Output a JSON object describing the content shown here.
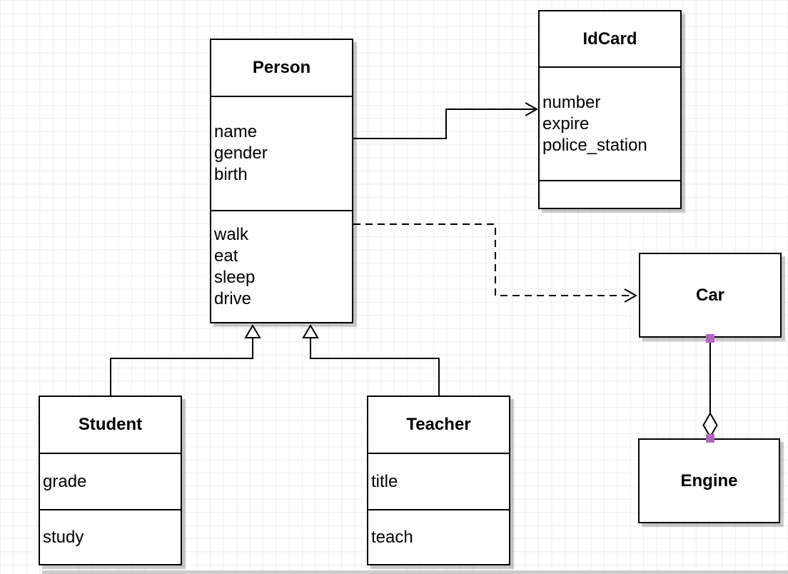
{
  "classes": {
    "person": {
      "name": "Person",
      "attributes": [
        "name",
        "gender",
        "birth"
      ],
      "methods": [
        "walk",
        "eat",
        "sleep",
        "drive"
      ]
    },
    "idcard": {
      "name": "IdCard",
      "attributes": [
        "number",
        "expire",
        "police_station"
      ],
      "methods": []
    },
    "student": {
      "name": "Student",
      "attributes": [
        "grade"
      ],
      "methods": [
        "study"
      ]
    },
    "teacher": {
      "name": "Teacher",
      "attributes": [
        "title"
      ],
      "methods": [
        "teach"
      ]
    },
    "car": {
      "name": "Car",
      "attributes": [],
      "methods": []
    },
    "engine": {
      "name": "Engine",
      "attributes": [],
      "methods": []
    }
  },
  "relationships": [
    {
      "from": "Person",
      "to": "IdCard",
      "type": "association",
      "line": "solid",
      "marker": "open-arrow"
    },
    {
      "from": "Person",
      "to": "Car",
      "type": "dependency",
      "line": "dashed",
      "marker": "open-arrow"
    },
    {
      "from": "Student",
      "to": "Person",
      "type": "generalization",
      "line": "solid",
      "marker": "hollow-triangle"
    },
    {
      "from": "Teacher",
      "to": "Person",
      "type": "generalization",
      "line": "solid",
      "marker": "hollow-triangle"
    },
    {
      "from": "Car",
      "to": "Engine",
      "type": "aggregation",
      "line": "solid",
      "marker": "hollow-diamond"
    }
  ],
  "colors": {
    "box_fill": "#ffffff",
    "box_border": "#000000",
    "line": "#000000",
    "endpoint_handle": "#b365c2",
    "grid_line": "#efeff1",
    "canvas_edge": "#cbcccb"
  }
}
